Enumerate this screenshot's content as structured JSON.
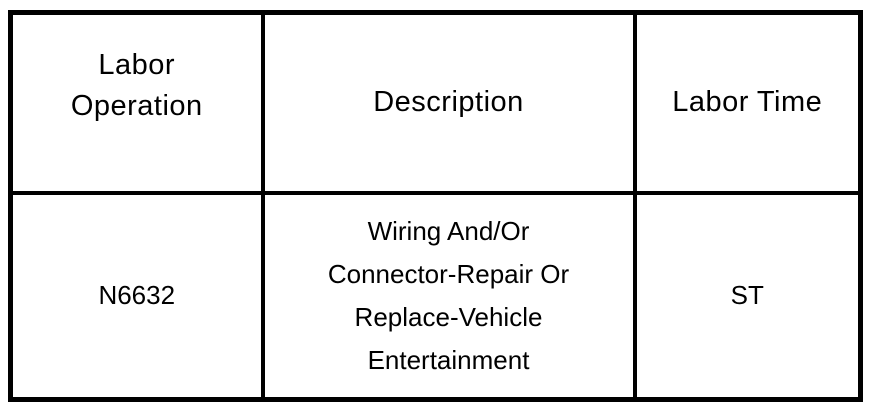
{
  "page": {
    "background_color": "#ffffff",
    "text_color": "#000000",
    "border_color": "#000000"
  },
  "table": {
    "headers": [
      "Labor Operation",
      "Description",
      "Labor Time"
    ],
    "rows": [
      {
        "labor_operation": "N6632",
        "description": "Wiring And/Or Connector-Repair Or Replace-Vehicle Entertainment",
        "labor_time": "ST"
      }
    ]
  }
}
